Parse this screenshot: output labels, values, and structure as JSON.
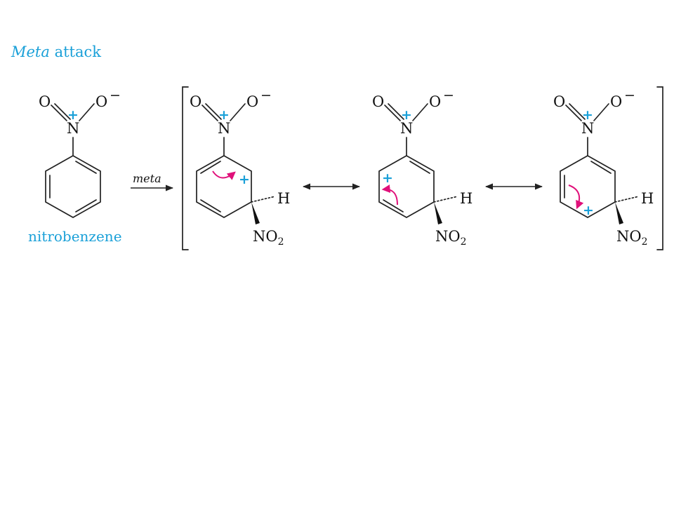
{
  "title": {
    "italic": "Meta",
    "rest": " attack"
  },
  "reactant_label": "nitrobenzene",
  "reaction_arrow_label": "meta",
  "atoms": {
    "oxygen": "O",
    "nitrogen": "N",
    "hydrogen": "H",
    "nitro_group": "NO",
    "nitro_subscript": "2"
  },
  "charges": {
    "positive": "+",
    "negative": "−"
  },
  "colors": {
    "accent": "#1aa0d8",
    "arrow": "#e0107a",
    "bond": "#222222"
  },
  "structures": [
    "nitrobenzene",
    "sigma-complex-resonance-1",
    "sigma-complex-resonance-2",
    "sigma-complex-resonance-3"
  ]
}
